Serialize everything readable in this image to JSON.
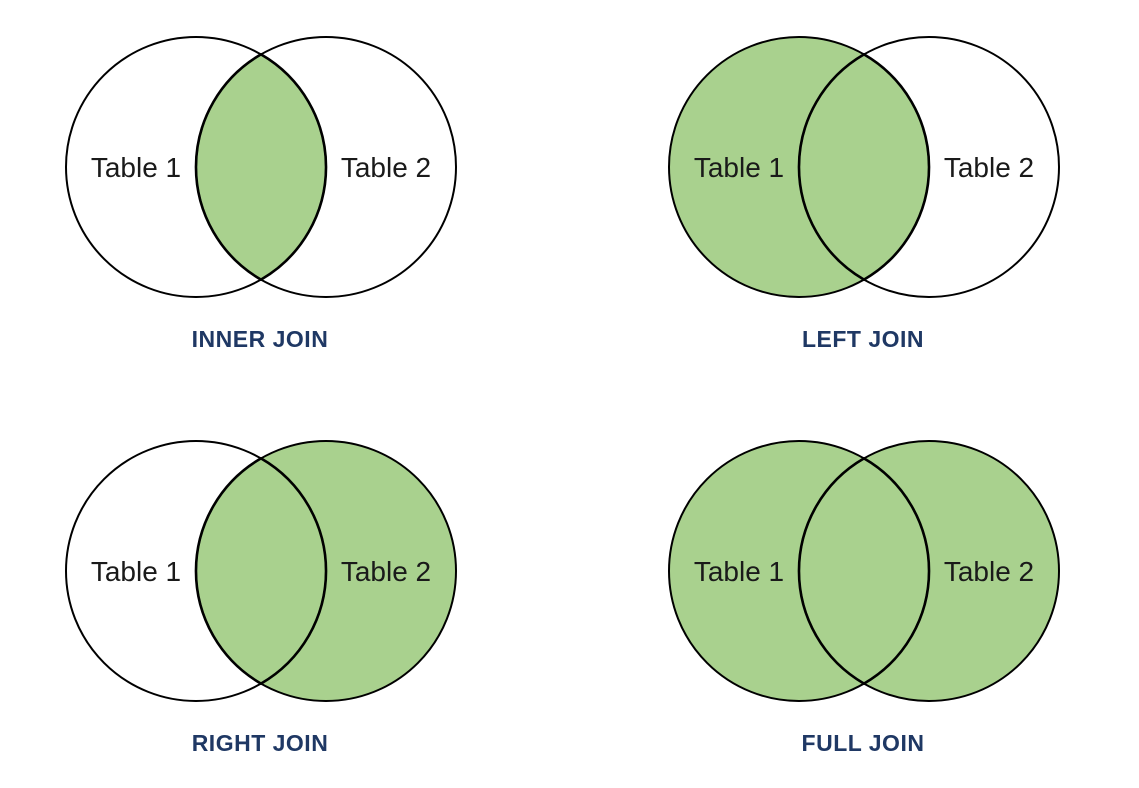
{
  "page": {
    "background": "#FFFFFF"
  },
  "colors": {
    "shaded_fill": "#A9D18E",
    "unshaded_fill": "#FFFFFF",
    "circle_stroke": "#000000",
    "label_text": "#1A1A1A",
    "title_text": "#1F3864"
  },
  "diagrams": [
    {
      "title": "INNER JOIN",
      "left_label": "Table 1",
      "right_label": "Table 2",
      "shaded_region": "intersection-only"
    },
    {
      "title": "LEFT JOIN",
      "left_label": "Table 1",
      "right_label": "Table 2",
      "shaded_region": "left-circle-including-intersection"
    },
    {
      "title": "RIGHT JOIN",
      "left_label": "Table 1",
      "right_label": "Table 2",
      "shaded_region": "right-circle-including-intersection"
    },
    {
      "title": "FULL JOIN",
      "left_label": "Table 1",
      "right_label": "Table 2",
      "shaded_region": "both-circles"
    }
  ]
}
